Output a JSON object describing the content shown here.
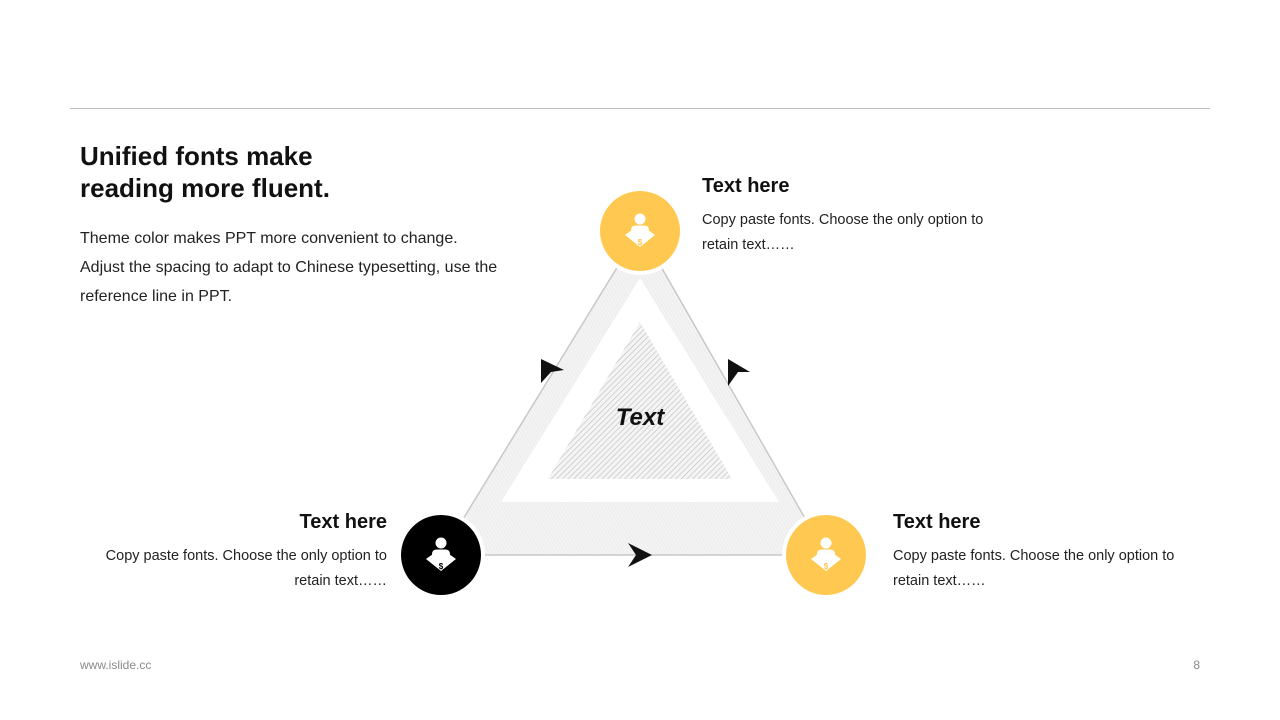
{
  "header": {
    "headline_line1": "Unified fonts make",
    "headline_line2": "reading more fluent.",
    "intro_lines": [
      "Theme color makes PPT more convenient to change.",
      "Adjust the spacing to adapt to Chinese typesetting, use the",
      "reference line in PPT."
    ]
  },
  "diagram": {
    "center_label": "Text",
    "nodes": [
      {
        "title": "Text here",
        "desc_line1": "Copy paste fonts. Choose the only option to",
        "desc_line2": "retain text……",
        "color": "#ffc850",
        "icon": "businessman-money-icon"
      },
      {
        "title": "Text here",
        "desc_line1": "Copy paste fonts. Choose the only option to",
        "desc_line2": "retain text……",
        "color": "#000000",
        "icon": "businessman-money-icon"
      },
      {
        "title": "Text here",
        "desc_line1": "Copy paste fonts. Choose the only option to",
        "desc_line2": "retain text……",
        "color": "#ffc850",
        "icon": "businessman-money-icon"
      }
    ],
    "arrow_direction": "counter-clockwise"
  },
  "footer": {
    "url": "www.islide.cc",
    "page_number": "8"
  },
  "colors": {
    "accent": "#ffc850",
    "dark": "#000000",
    "divider": "#bdbdbd"
  }
}
